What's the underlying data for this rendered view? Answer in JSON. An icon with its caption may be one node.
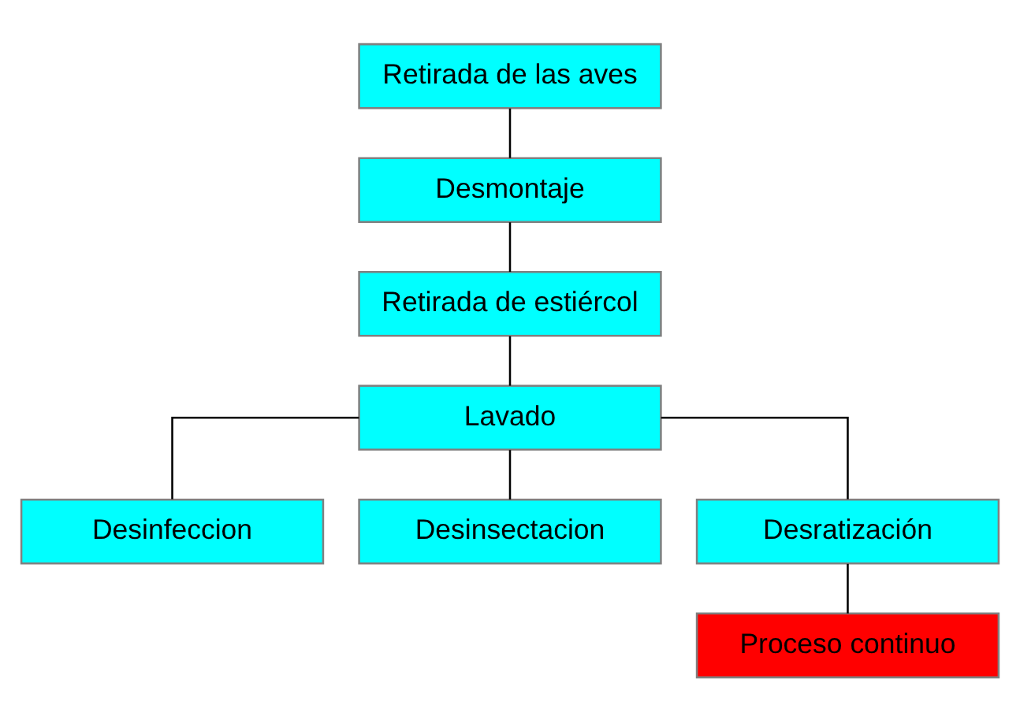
{
  "diagram": {
    "nodes": [
      {
        "text": [
          "Retirada de las aves"
        ]
      },
      {
        "text": [
          "Desmontaje"
        ]
      },
      {
        "text": [
          "Retirada de estiércol"
        ]
      },
      {
        "text": [
          "Lavado"
        ]
      },
      {
        "text": [
          "Desinfeccion"
        ]
      },
      {
        "text": [
          "Desinsectacion"
        ]
      },
      {
        "text": [
          "Desratización"
        ]
      },
      {
        "text": [
          "Proceso continuo"
        ]
      }
    ],
    "edges": [
      {
        "from": 0,
        "to": 1,
        "arrow": "none"
      },
      {
        "from": 1,
        "to": 2,
        "arrow": "none"
      },
      {
        "from": 2,
        "to": 3,
        "arrow": "none"
      },
      {
        "from": 3,
        "to": 4,
        "arrow": "none"
      },
      {
        "from": 3,
        "to": 5,
        "arrow": "none"
      },
      {
        "from": 3,
        "to": 6,
        "arrow": "none"
      },
      {
        "from": 6,
        "to": 7,
        "arrow": "none"
      }
    ]
  }
}
